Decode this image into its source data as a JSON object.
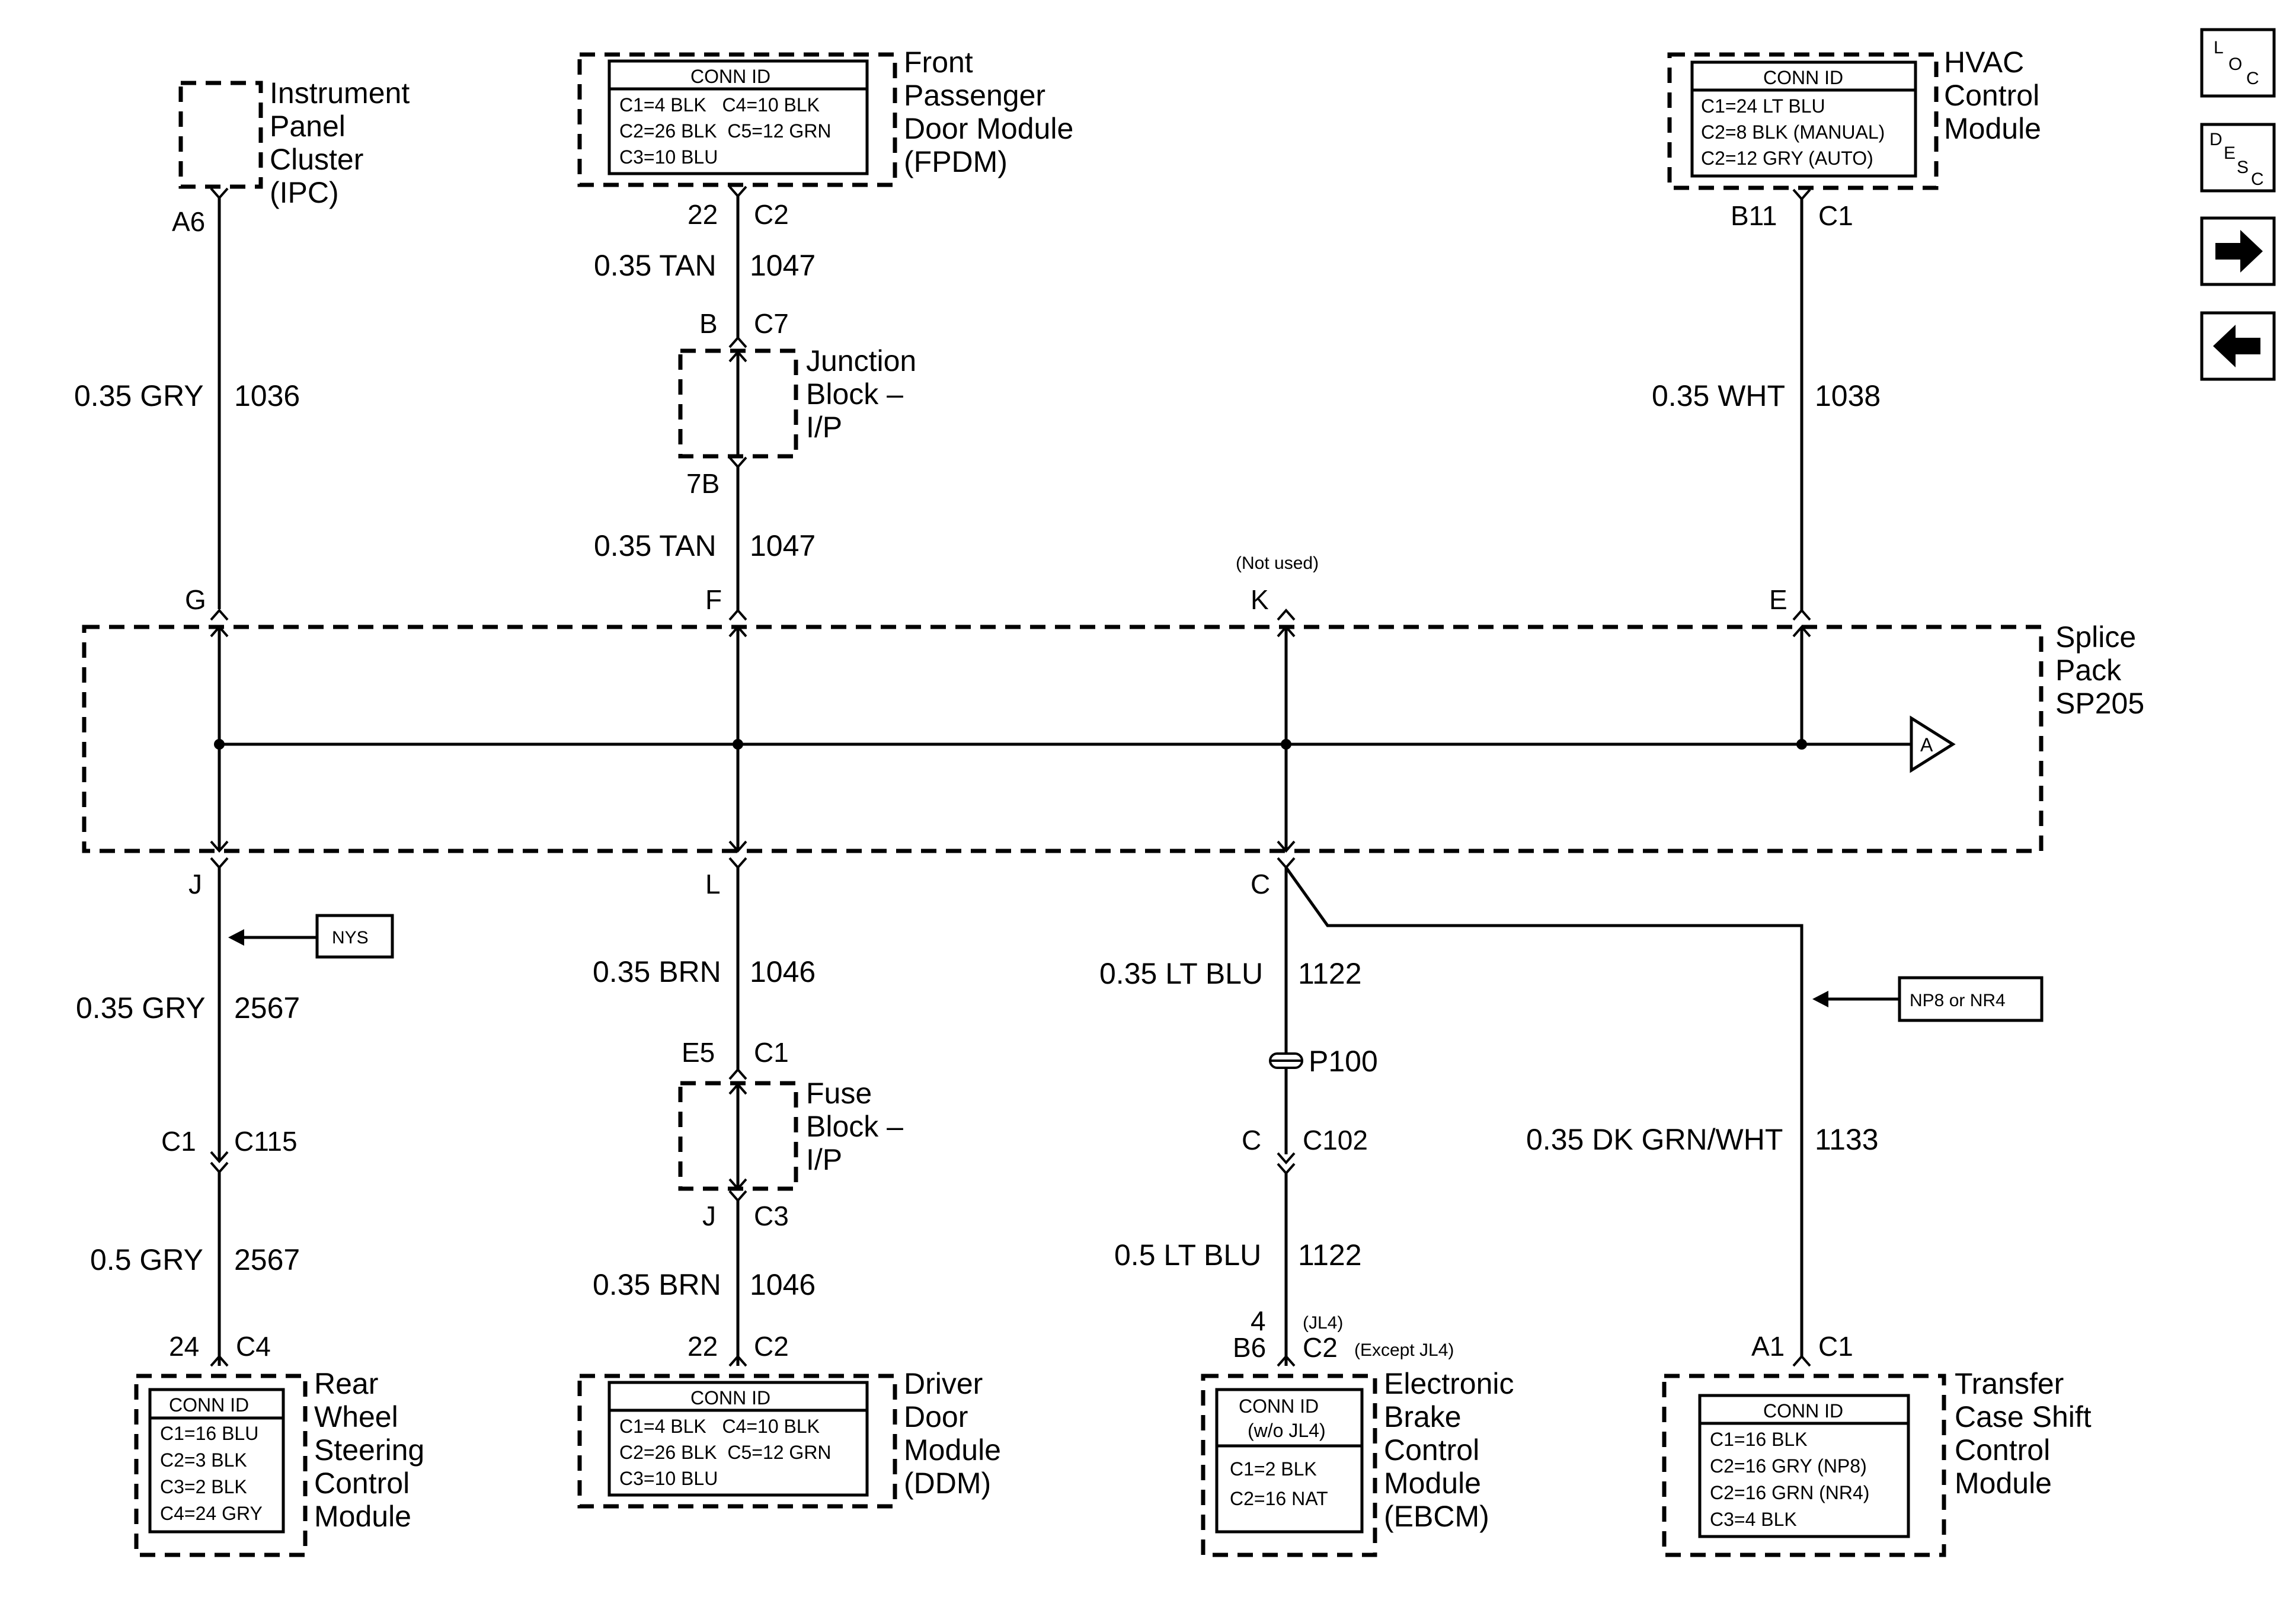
{
  "components": {
    "ipc": {
      "lines": [
        "Instrument",
        "Panel",
        "Cluster",
        "(IPC)"
      ]
    },
    "fpdm": {
      "lines": [
        "Front",
        "Passenger",
        "Door Module",
        "(FPDM)"
      ],
      "conn_title": "CONN ID",
      "conn_rows": [
        "C1=4 BLK   C4=10 BLK",
        "C2=26 BLK  C5=12 GRN",
        "C3=10 BLU"
      ]
    },
    "hvac": {
      "lines": [
        "HVAC",
        "Control",
        "Module"
      ],
      "conn_title": "CONN ID",
      "conn_rows": [
        "C1=24 LT BLU",
        "C2=8 BLK (MANUAL)",
        "C2=12 GRY (AUTO)"
      ]
    },
    "junction": {
      "lines": [
        "Junction",
        "Block –",
        "I/P"
      ]
    },
    "fuse": {
      "lines": [
        "Fuse",
        "Block –",
        "I/P"
      ]
    },
    "splice": {
      "lines": [
        "Splice",
        "Pack",
        "SP205"
      ],
      "arrow_label": "A"
    },
    "rwsc": {
      "lines": [
        "Rear",
        "Wheel",
        "Steering",
        "Control",
        "Module"
      ],
      "conn_title": "CONN ID",
      "conn_rows": [
        "C1=16 BLU",
        "C2=3 BLK",
        "C3=2 BLK",
        "C4=24 GRY"
      ]
    },
    "ddm": {
      "lines": [
        "Driver",
        "Door",
        "Module",
        "(DDM)"
      ],
      "conn_title": "CONN ID",
      "conn_rows": [
        "C1=4 BLK   C4=10 BLK",
        "C2=26 BLK  C5=12 GRN",
        "C3=10 BLU"
      ]
    },
    "ebcm": {
      "lines": [
        "Electronic",
        "Brake",
        "Control",
        "Module",
        "(EBCM)"
      ],
      "conn_title": "CONN ID",
      "conn_sub": "(w/o JL4)",
      "conn_rows": [
        "C1=2 BLK",
        "C2=16 NAT"
      ]
    },
    "tcsm": {
      "lines": [
        "Transfer",
        "Case Shift",
        "Control",
        "Module"
      ],
      "conn_title": "CONN ID",
      "conn_rows": [
        "C1=16 BLK",
        "C2=16 GRY (NP8)",
        "C2=16 GRN (NR4)",
        "C3=4 BLK"
      ]
    }
  },
  "pins": {
    "a6": "A6",
    "g": "G",
    "j": "J",
    "c1_ipc": "C1",
    "c115": "C115",
    "p24": "24",
    "c4": "C4",
    "p22_top": "22",
    "c2_top": "C2",
    "b": "B",
    "c7": "C7",
    "p7b": "7B",
    "f": "F",
    "l": "L",
    "e5": "E5",
    "c1_fuse": "C1",
    "j_fuse": "J",
    "c3": "C3",
    "p22_bot": "22",
    "c2_bot": "C2",
    "not_used": "(Not used)",
    "k": "K",
    "c": "C",
    "c_p100": "C",
    "c102": "C102",
    "p4": "4",
    "jl4": "(JL4)",
    "b6": "B6",
    "c2_ebcm": "C2",
    "except_jl4": "(Except JL4)",
    "b11": "B11",
    "c1_hvac": "C1",
    "e": "E",
    "a1": "A1",
    "c1_tcsm": "C1",
    "p100": "P100"
  },
  "wires": {
    "ipc_top": {
      "gauge": "0.35 GRY",
      "circuit": "1036"
    },
    "ipc_mid": {
      "gauge": "0.35 GRY",
      "circuit": "2567"
    },
    "ipc_bot": {
      "gauge": "0.5 GRY",
      "circuit": "2567"
    },
    "fpdm_1": {
      "gauge": "0.35 TAN",
      "circuit": "1047"
    },
    "fpdm_2": {
      "gauge": "0.35 TAN",
      "circuit": "1047"
    },
    "ddm_1": {
      "gauge": "0.35 BRN",
      "circuit": "1046"
    },
    "ddm_2": {
      "gauge": "0.35 BRN",
      "circuit": "1046"
    },
    "ebcm_1": {
      "gauge": "0.35 LT BLU",
      "circuit": "1122"
    },
    "ebcm_2": {
      "gauge": "0.5 LT BLU",
      "circuit": "1122"
    },
    "hvac": {
      "gauge": "0.35 WHT",
      "circuit": "1038"
    },
    "tcsm": {
      "gauge": "0.35 DK GRN/WHT",
      "circuit": "1133"
    }
  },
  "options": {
    "nys": "NYS",
    "np8": "NP8 or NR4"
  },
  "nav": {
    "loc": [
      "L",
      "O",
      "C"
    ],
    "desc": [
      "D",
      "E",
      "S",
      "C"
    ]
  }
}
